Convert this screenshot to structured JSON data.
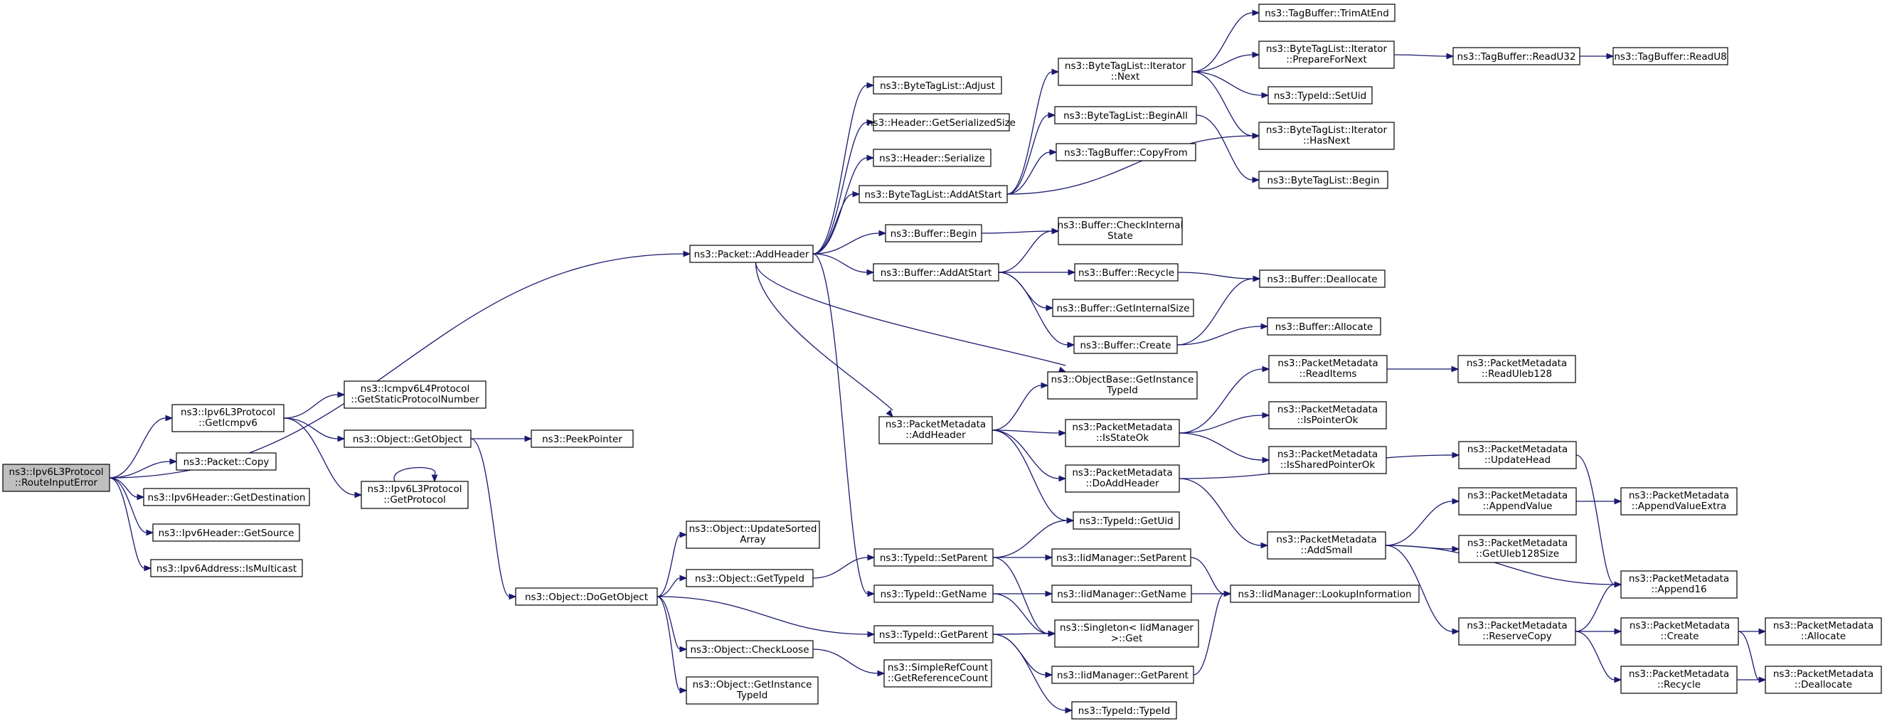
{
  "graph": {
    "root": "n0",
    "nodes": [
      {
        "id": "n0",
        "lines": [
          "ns3::Ipv6L3Protocol",
          "::RouteInputError"
        ]
      },
      {
        "id": "n1",
        "lines": [
          "ns3::Packet::AddHeader"
        ]
      },
      {
        "id": "n2",
        "lines": [
          "ns3::Ipv6L3Protocol",
          "::GetIcmpv6"
        ]
      },
      {
        "id": "n3",
        "lines": [
          "ns3::Packet::Copy"
        ]
      },
      {
        "id": "n4",
        "lines": [
          "ns3::Ipv6Header::GetDestination"
        ]
      },
      {
        "id": "n5",
        "lines": [
          "ns3::Ipv6Header::GetSource"
        ]
      },
      {
        "id": "n6",
        "lines": [
          "ns3::Ipv6Address::IsMulticast"
        ]
      },
      {
        "id": "n7",
        "lines": [
          "ns3::Icmpv6L4Protocol",
          "::GetStaticProtocolNumber"
        ]
      },
      {
        "id": "n8",
        "lines": [
          "ns3::Object::GetObject"
        ]
      },
      {
        "id": "n9",
        "lines": [
          "ns3::Ipv6L3Protocol",
          "::GetProtocol"
        ]
      },
      {
        "id": "n10",
        "lines": [
          "ns3::PeekPointer"
        ]
      },
      {
        "id": "n11",
        "lines": [
          "ns3::Object::DoGetObject"
        ]
      },
      {
        "id": "n12",
        "lines": [
          "ns3::Object::UpdateSorted",
          "Array"
        ]
      },
      {
        "id": "n13",
        "lines": [
          "ns3::Object::GetTypeId"
        ]
      },
      {
        "id": "n14",
        "lines": [
          "ns3::Object::CheckLoose"
        ]
      },
      {
        "id": "n15",
        "lines": [
          "ns3::Object::GetInstance",
          "TypeId"
        ]
      },
      {
        "id": "n16",
        "lines": [
          "ns3::ByteTagList::Adjust"
        ]
      },
      {
        "id": "n17",
        "lines": [
          "ns3::Header::GetSerializedSize"
        ]
      },
      {
        "id": "n18",
        "lines": [
          "ns3::Header::Serialize"
        ]
      },
      {
        "id": "n19",
        "lines": [
          "ns3::ByteTagList::AddAtStart"
        ]
      },
      {
        "id": "n20",
        "lines": [
          "ns3::Buffer::Begin"
        ]
      },
      {
        "id": "n21",
        "lines": [
          "ns3::Buffer::AddAtStart"
        ]
      },
      {
        "id": "n22",
        "lines": [
          "ns3::PacketMetadata",
          "::AddHeader"
        ]
      },
      {
        "id": "n23",
        "lines": [
          "ns3::TypeId::SetParent"
        ]
      },
      {
        "id": "n24",
        "lines": [
          "ns3::TypeId::GetName"
        ]
      },
      {
        "id": "n25",
        "lines": [
          "ns3::TypeId::GetParent"
        ]
      },
      {
        "id": "n26",
        "lines": [
          "ns3::SimpleRefCount",
          "::GetReferenceCount"
        ]
      },
      {
        "id": "n27",
        "lines": [
          "ns3::ByteTagList::Iterator",
          "::Next"
        ]
      },
      {
        "id": "n28",
        "lines": [
          "ns3::ByteTagList::BeginAll"
        ]
      },
      {
        "id": "n29",
        "lines": [
          "ns3::TagBuffer::CopyFrom"
        ]
      },
      {
        "id": "n30",
        "lines": [
          "ns3::Buffer::CheckInternal",
          "State"
        ]
      },
      {
        "id": "n31",
        "lines": [
          "ns3::Buffer::Recycle"
        ]
      },
      {
        "id": "n32",
        "lines": [
          "ns3::Buffer::GetInternalSize"
        ]
      },
      {
        "id": "n33",
        "lines": [
          "ns3::Buffer::Create"
        ]
      },
      {
        "id": "n34",
        "lines": [
          "ns3::ObjectBase::GetInstance",
          "TypeId"
        ]
      },
      {
        "id": "n35",
        "lines": [
          "ns3::PacketMetadata",
          "::IsStateOk"
        ]
      },
      {
        "id": "n36",
        "lines": [
          "ns3::PacketMetadata",
          "::DoAddHeader"
        ]
      },
      {
        "id": "n37",
        "lines": [
          "ns3::TypeId::GetUid"
        ]
      },
      {
        "id": "n38",
        "lines": [
          "ns3::IidManager::SetParent"
        ]
      },
      {
        "id": "n39",
        "lines": [
          "ns3::IidManager::GetName"
        ]
      },
      {
        "id": "n40",
        "lines": [
          "ns3::Singleton< IidManager",
          ">::Get"
        ]
      },
      {
        "id": "n41",
        "lines": [
          "ns3::IidManager::GetParent"
        ]
      },
      {
        "id": "n42",
        "lines": [
          "ns3::TypeId::TypeId"
        ]
      },
      {
        "id": "n43",
        "lines": [
          "ns3::TagBuffer::TrimAtEnd"
        ]
      },
      {
        "id": "n44",
        "lines": [
          "ns3::ByteTagList::Iterator",
          "::PrepareForNext"
        ]
      },
      {
        "id": "n45",
        "lines": [
          "ns3::TypeId::SetUid"
        ]
      },
      {
        "id": "n46",
        "lines": [
          "ns3::ByteTagList::Iterator",
          "::HasNext"
        ]
      },
      {
        "id": "n47",
        "lines": [
          "ns3::ByteTagList::Begin"
        ]
      },
      {
        "id": "n48",
        "lines": [
          "ns3::Buffer::Deallocate"
        ]
      },
      {
        "id": "n49",
        "lines": [
          "ns3::Buffer::Allocate"
        ]
      },
      {
        "id": "n50",
        "lines": [
          "ns3::PacketMetadata",
          "::ReadItems"
        ]
      },
      {
        "id": "n51",
        "lines": [
          "ns3::PacketMetadata",
          "::IsPointerOk"
        ]
      },
      {
        "id": "n52",
        "lines": [
          "ns3::PacketMetadata",
          "::IsSharedPointerOk"
        ]
      },
      {
        "id": "n53",
        "lines": [
          "ns3::PacketMetadata",
          "::AddSmall"
        ]
      },
      {
        "id": "n54",
        "lines": [
          "ns3::IidManager::LookupInformation"
        ]
      },
      {
        "id": "n55",
        "lines": [
          "ns3::TagBuffer::ReadU32"
        ]
      },
      {
        "id": "n56",
        "lines": [
          "ns3::TagBuffer::ReadU8"
        ]
      },
      {
        "id": "n57",
        "lines": [
          "ns3::PacketMetadata",
          "::ReadUleb128"
        ]
      },
      {
        "id": "n58",
        "lines": [
          "ns3::PacketMetadata",
          "::UpdateHead"
        ]
      },
      {
        "id": "n59",
        "lines": [
          "ns3::PacketMetadata",
          "::AppendValue"
        ]
      },
      {
        "id": "n60",
        "lines": [
          "ns3::PacketMetadata",
          "::GetUleb128Size"
        ]
      },
      {
        "id": "n61",
        "lines": [
          "ns3::PacketMetadata",
          "::Append16"
        ]
      },
      {
        "id": "n62",
        "lines": [
          "ns3::PacketMetadata",
          "::ReserveCopy"
        ]
      },
      {
        "id": "n63",
        "lines": [
          "ns3::PacketMetadata",
          "::AppendValueExtra"
        ]
      },
      {
        "id": "n64",
        "lines": [
          "ns3::PacketMetadata",
          "::Create"
        ]
      },
      {
        "id": "n65",
        "lines": [
          "ns3::PacketMetadata",
          "::Recycle"
        ]
      },
      {
        "id": "n66",
        "lines": [
          "ns3::PacketMetadata",
          "::Allocate"
        ]
      },
      {
        "id": "n67",
        "lines": [
          "ns3::PacketMetadata",
          "::Deallocate"
        ]
      }
    ],
    "edges": [
      [
        "n0",
        "n1"
      ],
      [
        "n0",
        "n2"
      ],
      [
        "n0",
        "n3"
      ],
      [
        "n0",
        "n4"
      ],
      [
        "n0",
        "n5"
      ],
      [
        "n0",
        "n6"
      ],
      [
        "n2",
        "n7"
      ],
      [
        "n2",
        "n8"
      ],
      [
        "n2",
        "n9"
      ],
      [
        "n9",
        "n9"
      ],
      [
        "n8",
        "n10"
      ],
      [
        "n8",
        "n11"
      ],
      [
        "n11",
        "n12"
      ],
      [
        "n11",
        "n13"
      ],
      [
        "n11",
        "n14"
      ],
      [
        "n11",
        "n15"
      ],
      [
        "n11",
        "n25"
      ],
      [
        "n13",
        "n23"
      ],
      [
        "n14",
        "n26"
      ],
      [
        "n1",
        "n16"
      ],
      [
        "n1",
        "n17"
      ],
      [
        "n1",
        "n18"
      ],
      [
        "n1",
        "n19"
      ],
      [
        "n1",
        "n20"
      ],
      [
        "n1",
        "n21"
      ],
      [
        "n1",
        "n22"
      ],
      [
        "n1",
        "n24"
      ],
      [
        "n1",
        "n34"
      ],
      [
        "n19",
        "n27"
      ],
      [
        "n19",
        "n28"
      ],
      [
        "n19",
        "n29"
      ],
      [
        "n19",
        "n46"
      ],
      [
        "n20",
        "n30"
      ],
      [
        "n21",
        "n30"
      ],
      [
        "n21",
        "n31"
      ],
      [
        "n21",
        "n32"
      ],
      [
        "n21",
        "n33"
      ],
      [
        "n22",
        "n34"
      ],
      [
        "n22",
        "n35"
      ],
      [
        "n22",
        "n36"
      ],
      [
        "n22",
        "n37"
      ],
      [
        "n23",
        "n37"
      ],
      [
        "n23",
        "n38"
      ],
      [
        "n23",
        "n40"
      ],
      [
        "n24",
        "n39"
      ],
      [
        "n24",
        "n40"
      ],
      [
        "n25",
        "n40"
      ],
      [
        "n25",
        "n41"
      ],
      [
        "n25",
        "n42"
      ],
      [
        "n27",
        "n43"
      ],
      [
        "n27",
        "n44"
      ],
      [
        "n27",
        "n45"
      ],
      [
        "n27",
        "n46"
      ],
      [
        "n28",
        "n47"
      ],
      [
        "n31",
        "n48"
      ],
      [
        "n33",
        "n48"
      ],
      [
        "n33",
        "n49"
      ],
      [
        "n35",
        "n50"
      ],
      [
        "n35",
        "n51"
      ],
      [
        "n35",
        "n52"
      ],
      [
        "n36",
        "n53"
      ],
      [
        "n36",
        "n58"
      ],
      [
        "n38",
        "n54"
      ],
      [
        "n39",
        "n54"
      ],
      [
        "n41",
        "n54"
      ],
      [
        "n44",
        "n55"
      ],
      [
        "n55",
        "n56"
      ],
      [
        "n50",
        "n57"
      ],
      [
        "n53",
        "n59"
      ],
      [
        "n53",
        "n60"
      ],
      [
        "n53",
        "n61"
      ],
      [
        "n53",
        "n62"
      ],
      [
        "n58",
        "n61"
      ],
      [
        "n59",
        "n63"
      ],
      [
        "n62",
        "n61"
      ],
      [
        "n62",
        "n64"
      ],
      [
        "n62",
        "n65"
      ],
      [
        "n64",
        "n66"
      ],
      [
        "n64",
        "n67"
      ],
      [
        "n65",
        "n67"
      ]
    ]
  }
}
